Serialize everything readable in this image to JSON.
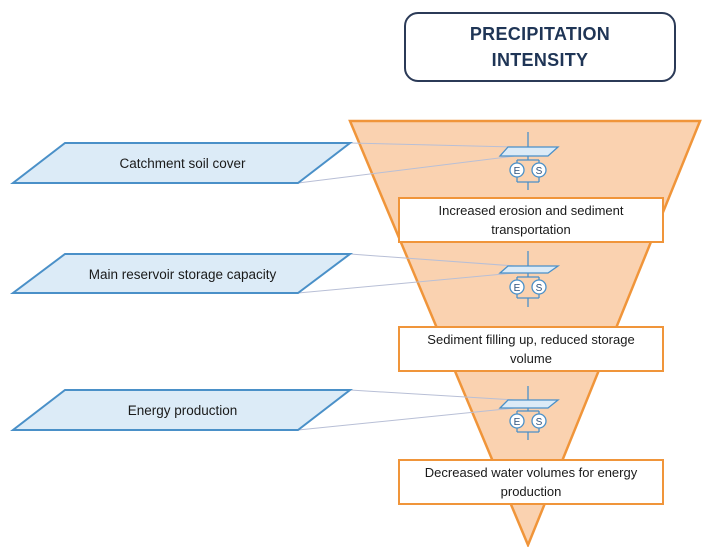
{
  "title": {
    "line1": "PRECIPITATION",
    "line2": "INTENSITY"
  },
  "inputs": [
    {
      "label": "Catchment soil cover"
    },
    {
      "label": "Main reservoir storage capacity"
    },
    {
      "label": "Energy production"
    }
  ],
  "outcomes": [
    {
      "label": "Increased erosion and sediment transportation"
    },
    {
      "label": "Sediment filling up, reduced storage volume"
    },
    {
      "label": "Decreased water volumes for energy production"
    }
  ],
  "symbols": {
    "left": "E",
    "right": "S"
  },
  "colors": {
    "funnel_fill": "#fad2b0",
    "funnel_stroke": "#f0953a",
    "input_fill": "#dcebf7",
    "input_stroke": "#4a90c8",
    "title_border": "#2b3a57",
    "title_text": "#1f3556"
  }
}
